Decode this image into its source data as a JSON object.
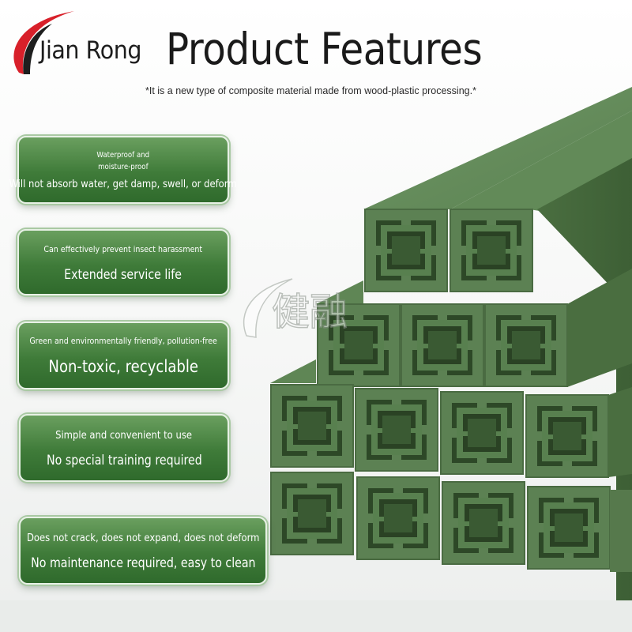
{
  "brand": {
    "name": "Jian Rong"
  },
  "header": {
    "title": "Product Features",
    "subtitle": "*It is a new type of composite material made from wood-plastic processing.*"
  },
  "watermark": {
    "text": "健融"
  },
  "features": [
    {
      "line1": "Waterproof and",
      "line2": "moisture-proof",
      "line3": "Will not absorb water, get damp, swell, or deform"
    },
    {
      "small": "Can effectively prevent insect harassment",
      "big": "Extended service life"
    },
    {
      "small": "Green and environmentally friendly, pollution-free",
      "big": "Non-toxic, recyclable"
    },
    {
      "small": "Simple and convenient to use",
      "big": "No special training required"
    },
    {
      "small": "Does not crack, does not expand, does not deform",
      "big": "No maintenance required, easy to clean"
    }
  ],
  "colors": {
    "card_green": "#4a8543",
    "profile_green": "#55784a",
    "logo_red": "#d8202a"
  }
}
